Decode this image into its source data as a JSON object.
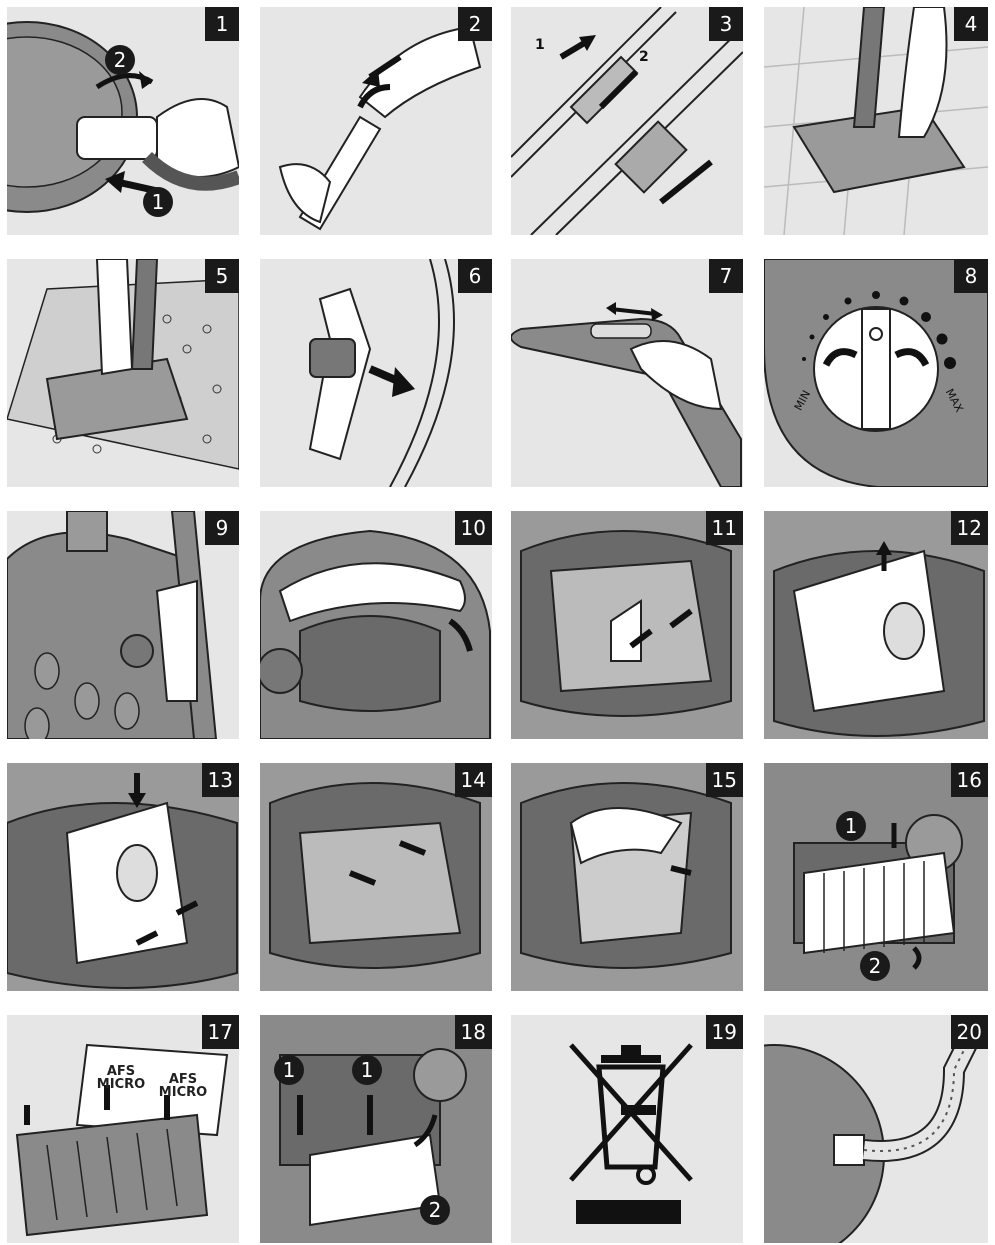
{
  "panels": [
    {
      "number": "1",
      "callouts": [
        "2",
        "1"
      ]
    },
    {
      "number": "2"
    },
    {
      "number": "3",
      "callouts": [
        "1",
        "2"
      ]
    },
    {
      "number": "4"
    },
    {
      "number": "5"
    },
    {
      "number": "6"
    },
    {
      "number": "7"
    },
    {
      "number": "8",
      "dial_min": "MIN",
      "dial_max": "MAX"
    },
    {
      "number": "9"
    },
    {
      "number": "10"
    },
    {
      "number": "11"
    },
    {
      "number": "12"
    },
    {
      "number": "13"
    },
    {
      "number": "14"
    },
    {
      "number": "15"
    },
    {
      "number": "16",
      "callouts": [
        "1",
        "2"
      ]
    },
    {
      "number": "17",
      "filter_label_1": "AFS MICRO",
      "filter_label_2": "AFS MICRO"
    },
    {
      "number": "18",
      "callouts": [
        "1",
        "1",
        "2"
      ]
    },
    {
      "number": "19"
    },
    {
      "number": "20"
    }
  ],
  "colors": {
    "panel_bg": "#e6e6e6",
    "dark": "#1a1a1a",
    "device_gray": "#8a8a8a",
    "white": "#ffffff"
  },
  "icons": [
    "weee-crossed-bin-icon",
    "arrow-icon"
  ]
}
